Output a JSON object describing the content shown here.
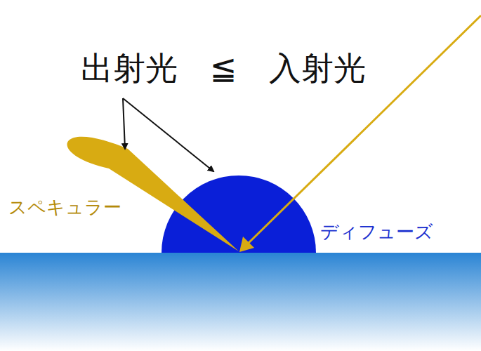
{
  "diagram": {
    "title": "出射光　≦　入射光",
    "labels": [
      "スペキュラー",
      "ディフューズ"
    ]
  }
}
